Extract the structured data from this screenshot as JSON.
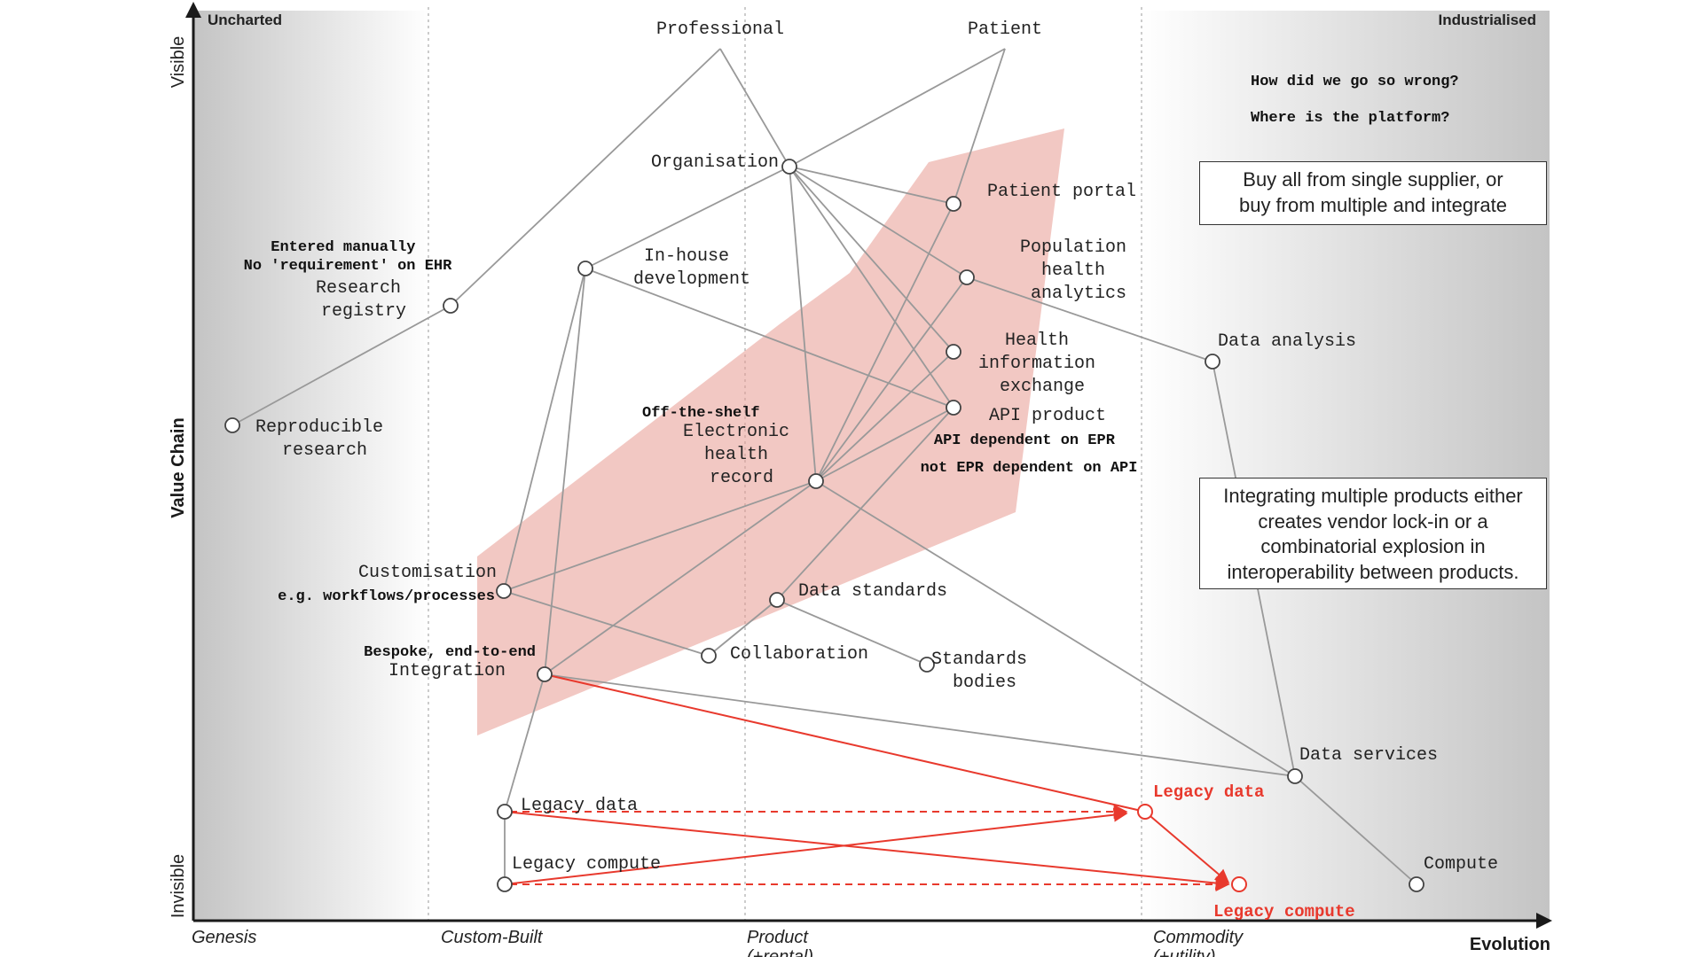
{
  "stages": {
    "top_left": "Uncharted",
    "top_right": "Industrialised",
    "genesis": "Genesis",
    "custom": "Custom-Built",
    "product": [
      "Product",
      "(+rental)"
    ],
    "commodity": [
      "Commodity",
      "(+utility)"
    ]
  },
  "axes": {
    "y_label": "Value Chain",
    "y_top": "Visible",
    "y_bottom": "Invisible",
    "x_label": "Evolution"
  },
  "questions": [
    "How did we go so wrong?",
    "Where is the platform?"
  ],
  "callouts": {
    "supplier": [
      "Buy all from single supplier, or",
      "buy from multiple and integrate"
    ],
    "integration": [
      "Integrating multiple products either",
      "creates vendor lock-in or a",
      "combinatorial explosion in",
      "interoperability between products."
    ]
  },
  "nodes": {
    "professional": [
      "Professional"
    ],
    "patient": [
      "Patient"
    ],
    "organisation": [
      "Organisation"
    ],
    "patient_portal": [
      "Patient portal"
    ],
    "population": [
      "Population",
      "health",
      "analytics"
    ],
    "hie": [
      "Health",
      "information",
      "exchange"
    ],
    "api_product": [
      "API product"
    ],
    "inhouse": [
      "In-house",
      "development"
    ],
    "research_registry": [
      "Research",
      "registry"
    ],
    "reproducible": [
      "Reproducible",
      "research"
    ],
    "ehr": [
      "Electronic",
      "health",
      "record"
    ],
    "data_analysis": [
      "Data analysis"
    ],
    "customisation": [
      "Customisation"
    ],
    "data_standards": [
      "Data standards"
    ],
    "collaboration": [
      "Collaboration"
    ],
    "standards_bodies": [
      "Standards",
      "bodies"
    ],
    "integration": [
      "Integration"
    ],
    "data_services": [
      "Data services"
    ],
    "legacy_data": [
      "Legacy data"
    ],
    "legacy_compute": [
      "Legacy compute"
    ],
    "compute": [
      "Compute"
    ],
    "legacy_data_new": [
      "Legacy data"
    ],
    "legacy_compute_new": [
      "Legacy compute"
    ]
  },
  "annotations": {
    "entered_manually": [
      "Entered manually",
      "No 'requirement' on EHR"
    ],
    "off_the_shelf": [
      "Off-the-shelf"
    ],
    "api_dependency": [
      "API dependent on EPR",
      "not EPR dependent on API"
    ],
    "workflows": [
      "e.g. workflows/processes"
    ],
    "bespoke": [
      "Bespoke, end-to-end"
    ]
  },
  "colors": {
    "line": "#999999",
    "highlight": "#e8392d",
    "shade": "#e89a92",
    "frame": "#1a1a1a"
  }
}
